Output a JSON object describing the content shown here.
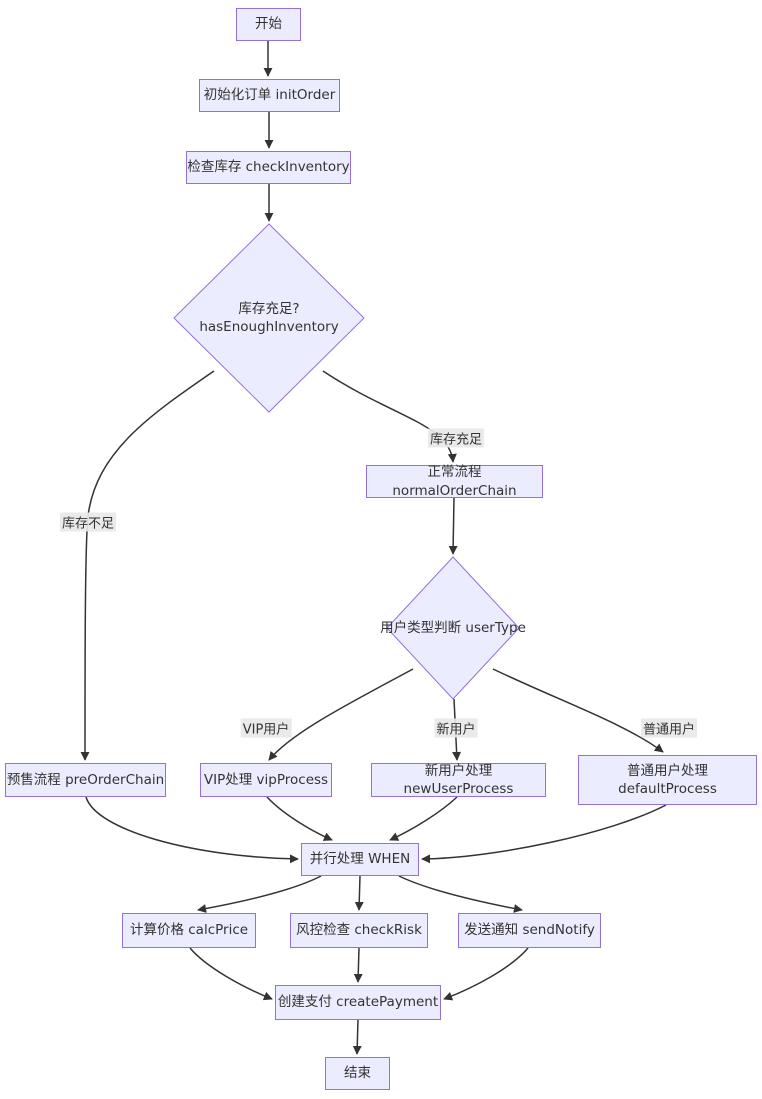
{
  "diagram": {
    "type": "flowchart",
    "direction": "top-down",
    "colors": {
      "node_fill": "#ECECFF",
      "node_border": "#9370DB",
      "edge_color": "#333333",
      "edge_label_bg": "#e8e8e8",
      "background": "#ffffff"
    },
    "nodes": {
      "start": {
        "label": "开始",
        "shape": "rect"
      },
      "init_order": {
        "label": "初始化订单 initOrder",
        "shape": "rect"
      },
      "check_inventory": {
        "label": "检查库存 checkInventory",
        "shape": "rect"
      },
      "has_enough_inventory": {
        "line1": "库存充足?",
        "line2": "hasEnoughInventory",
        "shape": "diamond"
      },
      "normal_order_chain": {
        "label": "正常流程 normalOrderChain",
        "shape": "rect"
      },
      "user_type": {
        "label": "用户类型判断 userType",
        "shape": "diamond"
      },
      "pre_order_chain": {
        "label": "预售流程 preOrderChain",
        "shape": "rect"
      },
      "vip_process": {
        "label": "VIP处理 vipProcess",
        "shape": "rect"
      },
      "new_user_process": {
        "label": "新用户处理 newUserProcess",
        "shape": "rect"
      },
      "default_process": {
        "line1": "普通用户处理",
        "line2": "defaultProcess",
        "shape": "rect"
      },
      "parallel_when": {
        "label": "并行处理 WHEN",
        "shape": "rect"
      },
      "calc_price": {
        "label": "计算价格 calcPrice",
        "shape": "rect"
      },
      "check_risk": {
        "label": "风控检查 checkRisk",
        "shape": "rect"
      },
      "send_notify": {
        "label": "发送通知 sendNotify",
        "shape": "rect"
      },
      "create_payment": {
        "label": "创建支付 createPayment",
        "shape": "rect"
      },
      "end": {
        "label": "结束",
        "shape": "rect"
      }
    },
    "edge_labels": {
      "inventory_sufficient": "库存充足",
      "inventory_insufficient": "库存不足",
      "vip_user": "VIP用户",
      "new_user": "新用户",
      "normal_user": "普通用户"
    },
    "edges": [
      {
        "from": "start",
        "to": "init_order"
      },
      {
        "from": "init_order",
        "to": "check_inventory"
      },
      {
        "from": "check_inventory",
        "to": "has_enough_inventory"
      },
      {
        "from": "has_enough_inventory",
        "to": "normal_order_chain",
        "label": "库存充足"
      },
      {
        "from": "has_enough_inventory",
        "to": "pre_order_chain",
        "label": "库存不足"
      },
      {
        "from": "normal_order_chain",
        "to": "user_type"
      },
      {
        "from": "user_type",
        "to": "vip_process",
        "label": "VIP用户"
      },
      {
        "from": "user_type",
        "to": "new_user_process",
        "label": "新用户"
      },
      {
        "from": "user_type",
        "to": "default_process",
        "label": "普通用户"
      },
      {
        "from": "pre_order_chain",
        "to": "parallel_when"
      },
      {
        "from": "vip_process",
        "to": "parallel_when"
      },
      {
        "from": "new_user_process",
        "to": "parallel_when"
      },
      {
        "from": "default_process",
        "to": "parallel_when"
      },
      {
        "from": "parallel_when",
        "to": "calc_price"
      },
      {
        "from": "parallel_when",
        "to": "check_risk"
      },
      {
        "from": "parallel_when",
        "to": "send_notify"
      },
      {
        "from": "calc_price",
        "to": "create_payment"
      },
      {
        "from": "check_risk",
        "to": "create_payment"
      },
      {
        "from": "send_notify",
        "to": "create_payment"
      },
      {
        "from": "create_payment",
        "to": "end"
      }
    ]
  }
}
